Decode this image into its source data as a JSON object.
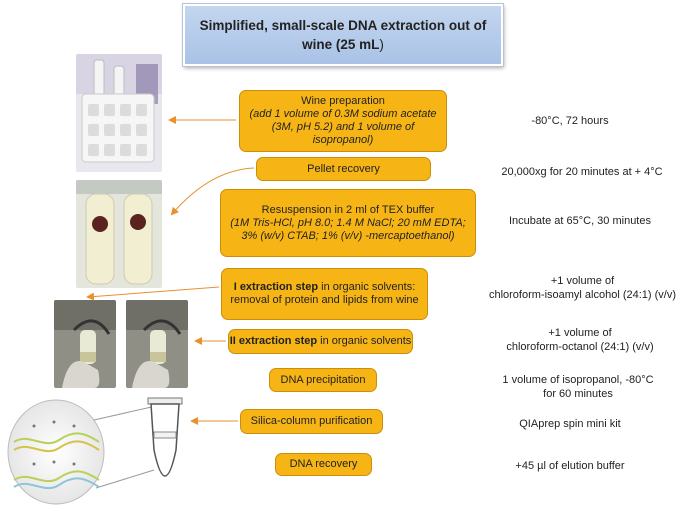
{
  "title": {
    "main": "Simplified, small-scale DNA extraction out of wine (25 mL",
    "suffix": ")"
  },
  "steps": {
    "wine_preparation": {
      "label": "Wine preparation",
      "detail": "(add 1 volume of 0.3M sodium acetate (3M, pH 5.2) and 1 volume of isopropanol)",
      "condition": "-80°C, 72 hours"
    },
    "pellet_recovery": {
      "label": "Pellet recovery",
      "condition": "20,000xg for 20 minutes at + 4°C"
    },
    "resuspension": {
      "label": "Resuspension in 2 ml of TEX buffer",
      "detail": "(1M Tris-HCl, pH 8.0; 1.4 M NaCl; 20 mM EDTA; 3% (w/v) CTAB; 1% (v/v) -mercaptoethanol)",
      "condition": "Incubate at 65°C, 30 minutes"
    },
    "extraction_1": {
      "bold": "I extraction step",
      "text": " in organic solvents: removal of protein and lipids from wine",
      "condition_line1": "+1 volume of",
      "condition_line2": "chloroform-isoamyl alcohol (24:1) (v/v)"
    },
    "extraction_2": {
      "bold": "II extraction step",
      "text": " in organic solvents",
      "condition_line1": "+1 volume of",
      "condition_line2": "chloroform-octanol (24:1) (v/v)"
    },
    "dna_precipitation": {
      "label": "DNA precipitation",
      "condition": "1 volume of isopropanol, -80°C for 60 minutes"
    },
    "silica_purification": {
      "label": "Silica-column purification",
      "condition": "QIAprep spin mini kit"
    },
    "dna_recovery": {
      "label": "DNA recovery",
      "condition": "+45 µl of elution buffer"
    }
  },
  "colors": {
    "step_fill": "#f7b515",
    "step_border": "#c98f0a",
    "title_fill": "#a9c2e6",
    "arrow": "#e8902e"
  }
}
